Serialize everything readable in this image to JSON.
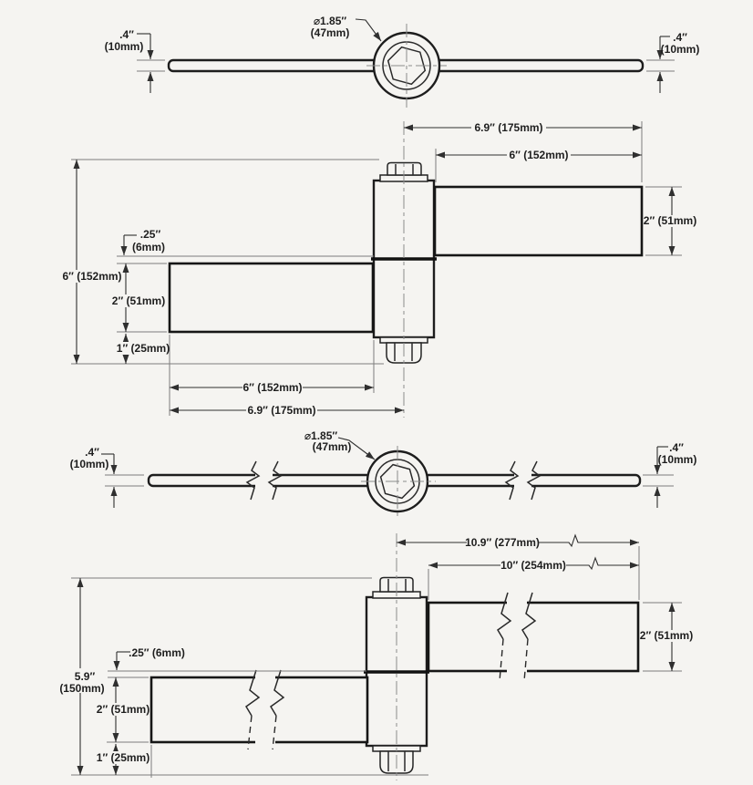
{
  "drawing_title": "weld-on-hinge-dimension-drawing",
  "colors": {
    "background": "#f5f4f1",
    "outline": "#1d1d1d",
    "dimension_lines": "#2f2f2f",
    "extension_lines": "#7d7d7d",
    "centerline": "#8c8c8c",
    "text": "#1e1e1e"
  },
  "views": {
    "v1": {
      "name": "top-view-standard-hinge",
      "thickness_left": {
        "in": ".4″",
        "mm": "(10mm)"
      },
      "diameter": {
        "in": "⌀1.85″",
        "mm": "(47mm)"
      },
      "thickness_right": {
        "in": ".4″",
        "mm": "(10mm)"
      }
    },
    "v2": {
      "name": "front-view-standard-hinge",
      "span_outer": "6.9″ (175mm)",
      "span_inner": "6″ (152mm)",
      "leaf_right": "2″ (51mm)",
      "overall_height": "6″ (152mm)",
      "leaf_offset": {
        "in": ".25″",
        "mm": "(6mm)"
      },
      "leaf_left": "2″ (51mm)",
      "bottom_clearance": "1″ (25mm)",
      "span_inner_bottom": "6″ (152mm)",
      "span_outer_bottom": "6.9″ (175mm)"
    },
    "v3": {
      "name": "top-view-long-hinge",
      "thickness_left": {
        "in": ".4″",
        "mm": "(10mm)"
      },
      "diameter": {
        "in": "⌀1.85″",
        "mm": "(47mm)"
      },
      "thickness_right": {
        "in": ".4″",
        "mm": "(10mm)"
      }
    },
    "v4": {
      "name": "front-view-long-hinge",
      "span_outer": "10.9″ (277mm)",
      "span_inner": "10″ (254mm)",
      "leaf_right": "2″ (51mm)",
      "leaf_offset": ".25″ (6mm)",
      "overall_height": {
        "in": "5.9″",
        "mm": "(150mm)"
      },
      "leaf_left": "2″ (51mm)",
      "bottom_clearance": "1″ (25mm)"
    }
  }
}
